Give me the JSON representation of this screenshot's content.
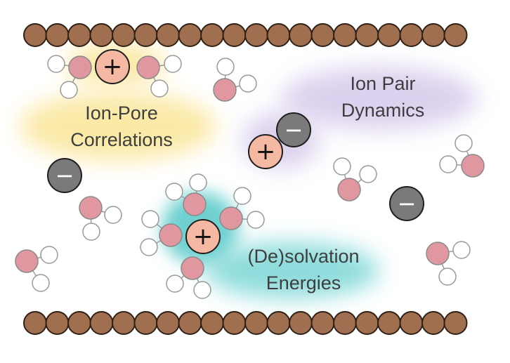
{
  "labels": {
    "ion_pore": [
      "Ion-Pore",
      "Correlations"
    ],
    "ion_pair": [
      "Ion Pair",
      "Dynamics"
    ],
    "desolvation": [
      "(De)solvation",
      "Energies"
    ]
  },
  "symbols": {
    "cation": "+",
    "anion": "−"
  },
  "colors": {
    "pore_wall": "#a06f4f",
    "pore_wall_stroke": "#2f2116",
    "cation_fill": "#f5b8a2",
    "anion_fill": "#7a7a7a",
    "water_oxygen": "#e0979f",
    "water_hydrogen": "#ffffff",
    "glow_ion_pore": "#fbe9a6",
    "glow_ion_pair": "#dcd1ee",
    "glow_desolvation": "#8fdcdc"
  }
}
